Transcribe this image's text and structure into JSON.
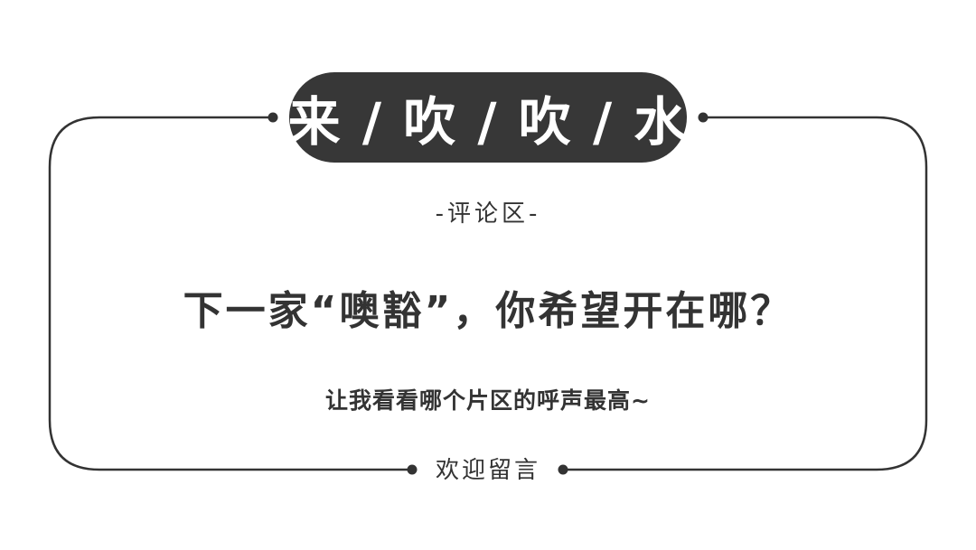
{
  "header": {
    "title": "来 / 吹 / 吹 / 水"
  },
  "content": {
    "section_label": "-评论区-",
    "question": "下一家“噢豁”，你希望开在哪？",
    "subtext": "让我看看哪个片区的呼声最高~"
  },
  "footer": {
    "label": "欢迎留言"
  },
  "colors": {
    "pill_background": "#373737",
    "frame_stroke": "#333333",
    "text": "#333333",
    "background": "#ffffff"
  }
}
